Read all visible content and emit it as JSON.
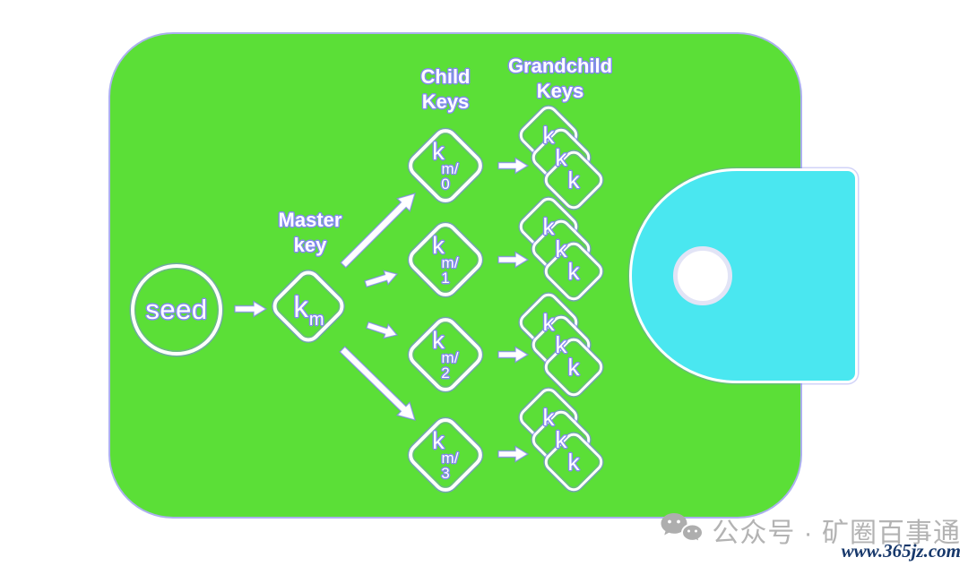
{
  "colors": {
    "wallet_green": "#5bdf37",
    "clasp_cyan": "#4ae7f0",
    "outline_periwinkle": "#8489ef",
    "node_white": "#ffffff",
    "watermark_gray": "#b3b3b3",
    "watermark_url_navy": "#17386b"
  },
  "diagram": {
    "seed_label": "seed",
    "master_label": {
      "line1": "Master",
      "line2": "key"
    },
    "master_node": {
      "base": "k",
      "sub": "m"
    },
    "child_header": {
      "line1": "Child",
      "line2": "Keys"
    },
    "grandchild_header": {
      "line1": "Grandchild",
      "line2": "Keys"
    },
    "child_nodes": [
      {
        "base": "k",
        "sub": "m/",
        "index": "0"
      },
      {
        "base": "k",
        "sub": "m/",
        "index": "1"
      },
      {
        "base": "k",
        "sub": "m/",
        "index": "2"
      },
      {
        "base": "k",
        "sub": "m/",
        "index": "3"
      }
    ],
    "grandchild_node_label": "k",
    "grandchild_stack_count": 4,
    "grandchild_cards_per_stack": 3
  },
  "watermark": {
    "icon": "wechat-icon",
    "account_text": "公众号 · 矿圈百事通",
    "site_url": "www.365jz.com"
  }
}
